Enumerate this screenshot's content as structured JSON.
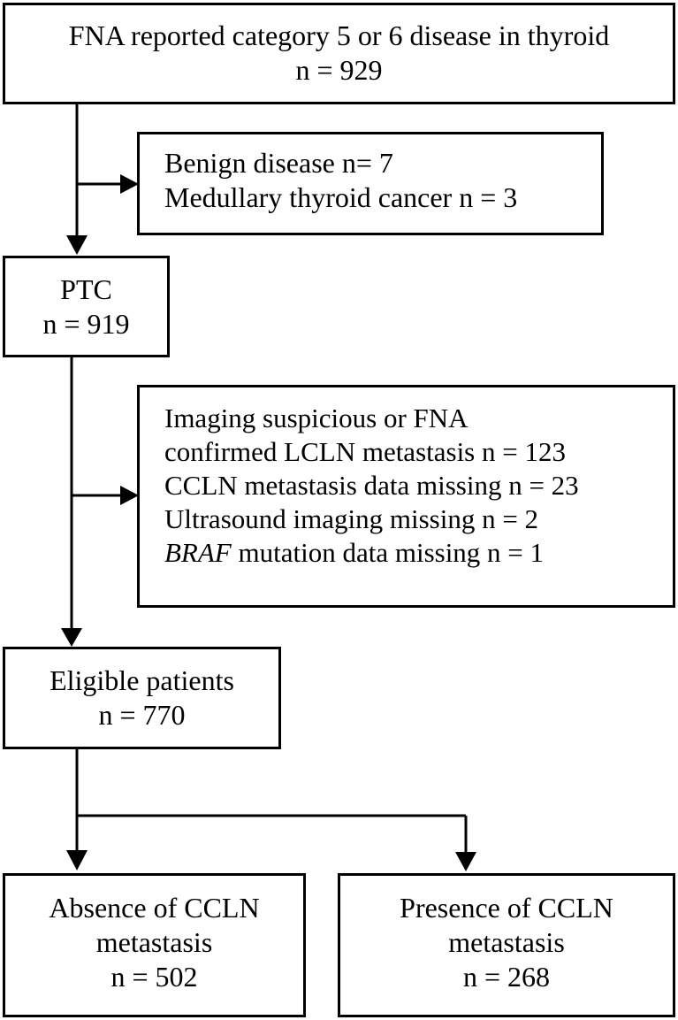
{
  "boxes": {
    "fna": {
      "line1": "FNA reported category 5 or 6 disease in thyroid",
      "line2": "n = 929"
    },
    "excluded1": {
      "line1": "Benign disease n= 7",
      "line2": "Medullary thyroid cancer n = 3"
    },
    "ptc": {
      "line1": "PTC",
      "line2": "n = 919"
    },
    "excluded2": {
      "line1": "Imaging suspicious or FNA",
      "line2": "confirmed LCLN metastasis n = 123",
      "line3": "CCLN metastasis data missing n = 23",
      "line4": "Ultrasound imaging missing n = 2",
      "line5_italic": "BRAF",
      "line5_rest": " mutation data missing n = 1"
    },
    "eligible": {
      "line1": "Eligible patients",
      "line2": "n = 770"
    },
    "absence": {
      "line1": "Absence of  CCLN",
      "line2": "metastasis",
      "line3": "n = 502"
    },
    "presence": {
      "line1": "Presence of CCLN",
      "line2": "metastasis",
      "line3": "n = 268"
    }
  }
}
